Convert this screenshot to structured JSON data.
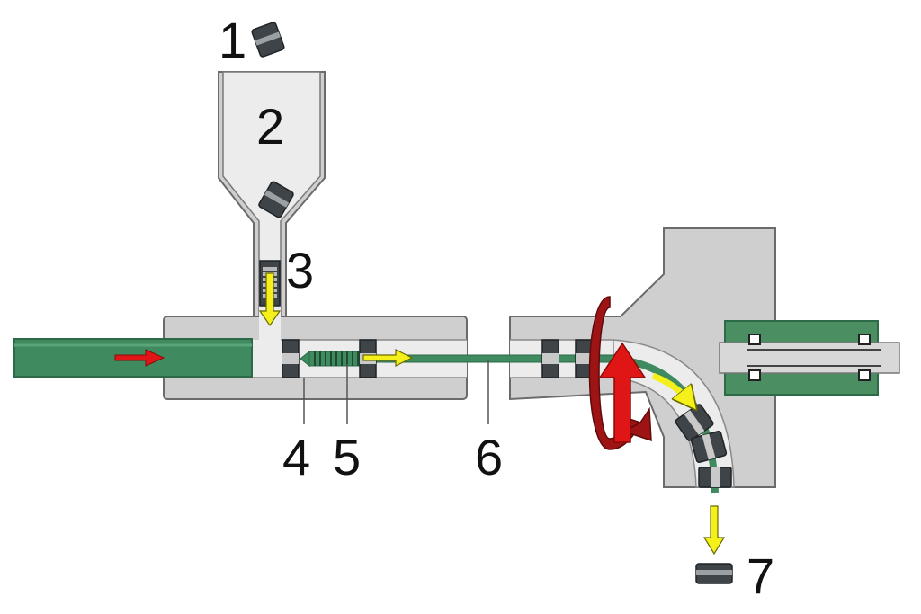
{
  "labels": {
    "n1": "1",
    "n2": "2",
    "n3": "3",
    "n4": "4",
    "n5": "5",
    "n6": "6",
    "n7": "7"
  },
  "colors": {
    "body_fill": "#cfcfcf",
    "channel_fill": "#efefef",
    "outline": "#6b6b6b",
    "green": "#3f8a5f",
    "green_dark": "#2d6a47",
    "ring_dark": "#3e4448",
    "ring_band": "#c9c9c9",
    "arrow_red": "#e01515",
    "rotation_red": "#9e1414",
    "arrow_yellow": "#f5ef1a"
  },
  "icons": {
    "push_arrow": "red-arrow-right-icon",
    "feed_arrow": "yellow-arrow-down-icon",
    "travel_arrow": "yellow-arrow-right-icon",
    "bend_arrow": "red-arrow-up-icon",
    "rotation": "rotation-arrow-icon"
  }
}
